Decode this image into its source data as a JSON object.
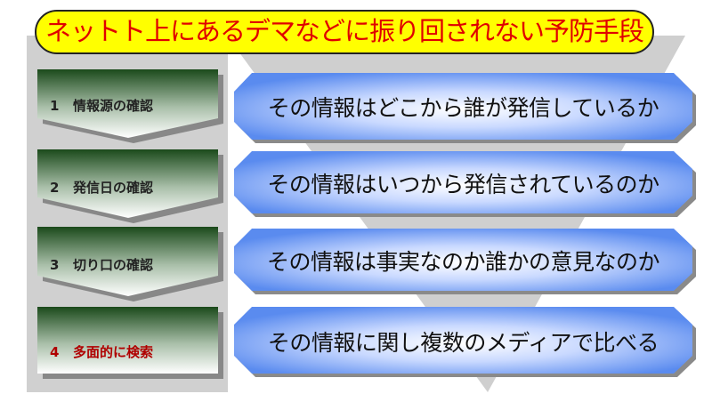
{
  "title": "ネットト上にあるデマなどに振り回されない予防手段",
  "steps": [
    {
      "number": "1",
      "label": "情報源の確認",
      "description": "その情報はどこから誰が発信しているか"
    },
    {
      "number": "2",
      "label": "発信日の確認",
      "description": "その情報はいつから発信されているのか"
    },
    {
      "number": "3",
      "label": "切り口の確認",
      "description": "その情報は事実なのか誰かの意見なのか"
    },
    {
      "number": "4",
      "label": "多面的に検索",
      "description": "その情報に関し複数のメディアで比べる"
    }
  ],
  "colors": {
    "title_bg": "#ffff00",
    "title_text": "#e00000",
    "active_step_text": "#b00000",
    "panel_gray": "#d0d0d0",
    "box_blue": "#5b8ef0",
    "box_green": "#1d4d1d"
  }
}
